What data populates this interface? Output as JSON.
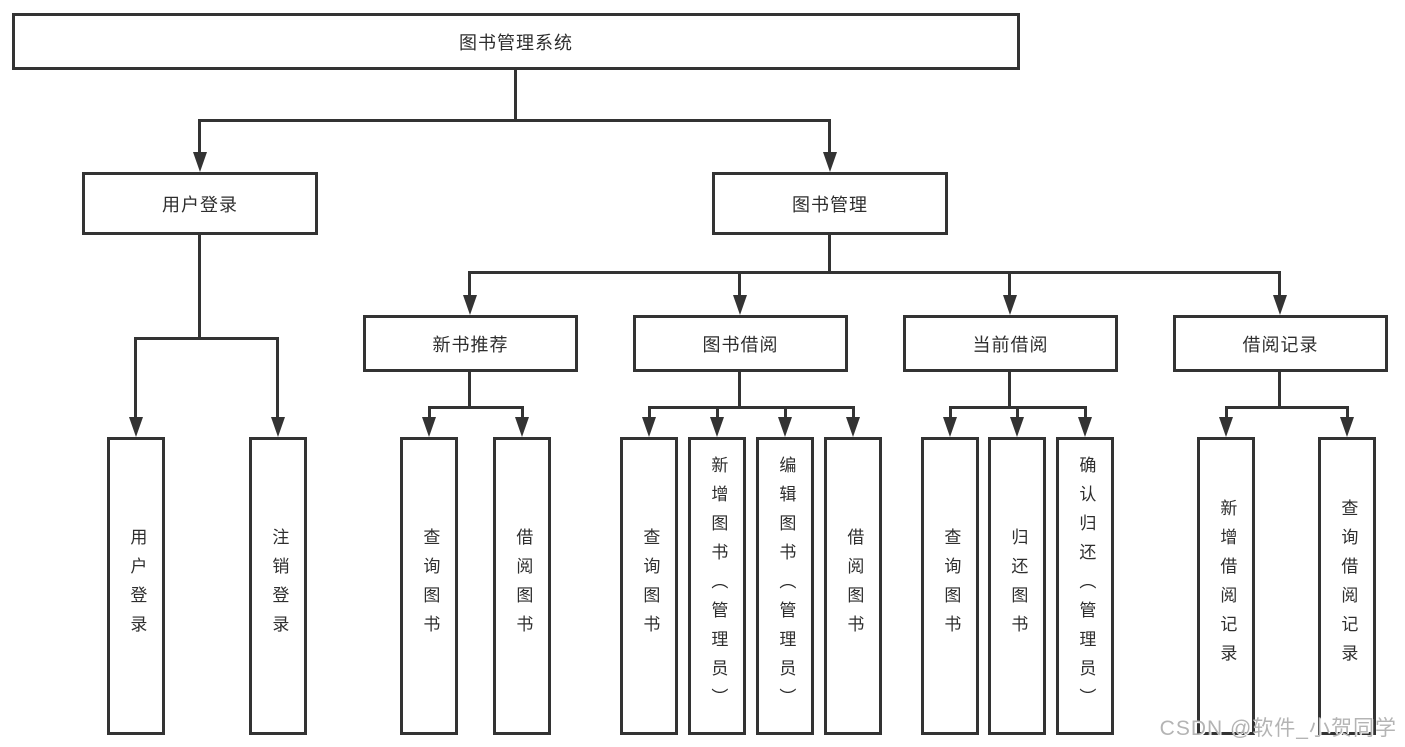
{
  "diagram_type": "hierarchy",
  "tree": {
    "root": "图书管理系统",
    "level2": [
      "用户登录",
      "图书管理"
    ],
    "level3": [
      "新书推荐",
      "图书借阅",
      "当前借阅",
      "借阅记录"
    ],
    "leaves": {
      "login": [
        "用户登录",
        "注销登录"
      ],
      "recommend": [
        "查询图书",
        "借阅图书"
      ],
      "borrow": [
        "查询图书",
        "新增图书（管理员）",
        "编辑图书（管理员）",
        "借阅图书"
      ],
      "current": [
        "查询图书",
        "归还图书",
        "确认归还（管理员）"
      ],
      "records": [
        "新增借阅记录",
        "查询借阅记录"
      ]
    }
  },
  "watermark": "CSDN @软件_小贺同学",
  "colors": {
    "line": "#333333",
    "text": "#2e2e2e",
    "watermark": "#b4b4b4",
    "background": "#ffffff"
  }
}
